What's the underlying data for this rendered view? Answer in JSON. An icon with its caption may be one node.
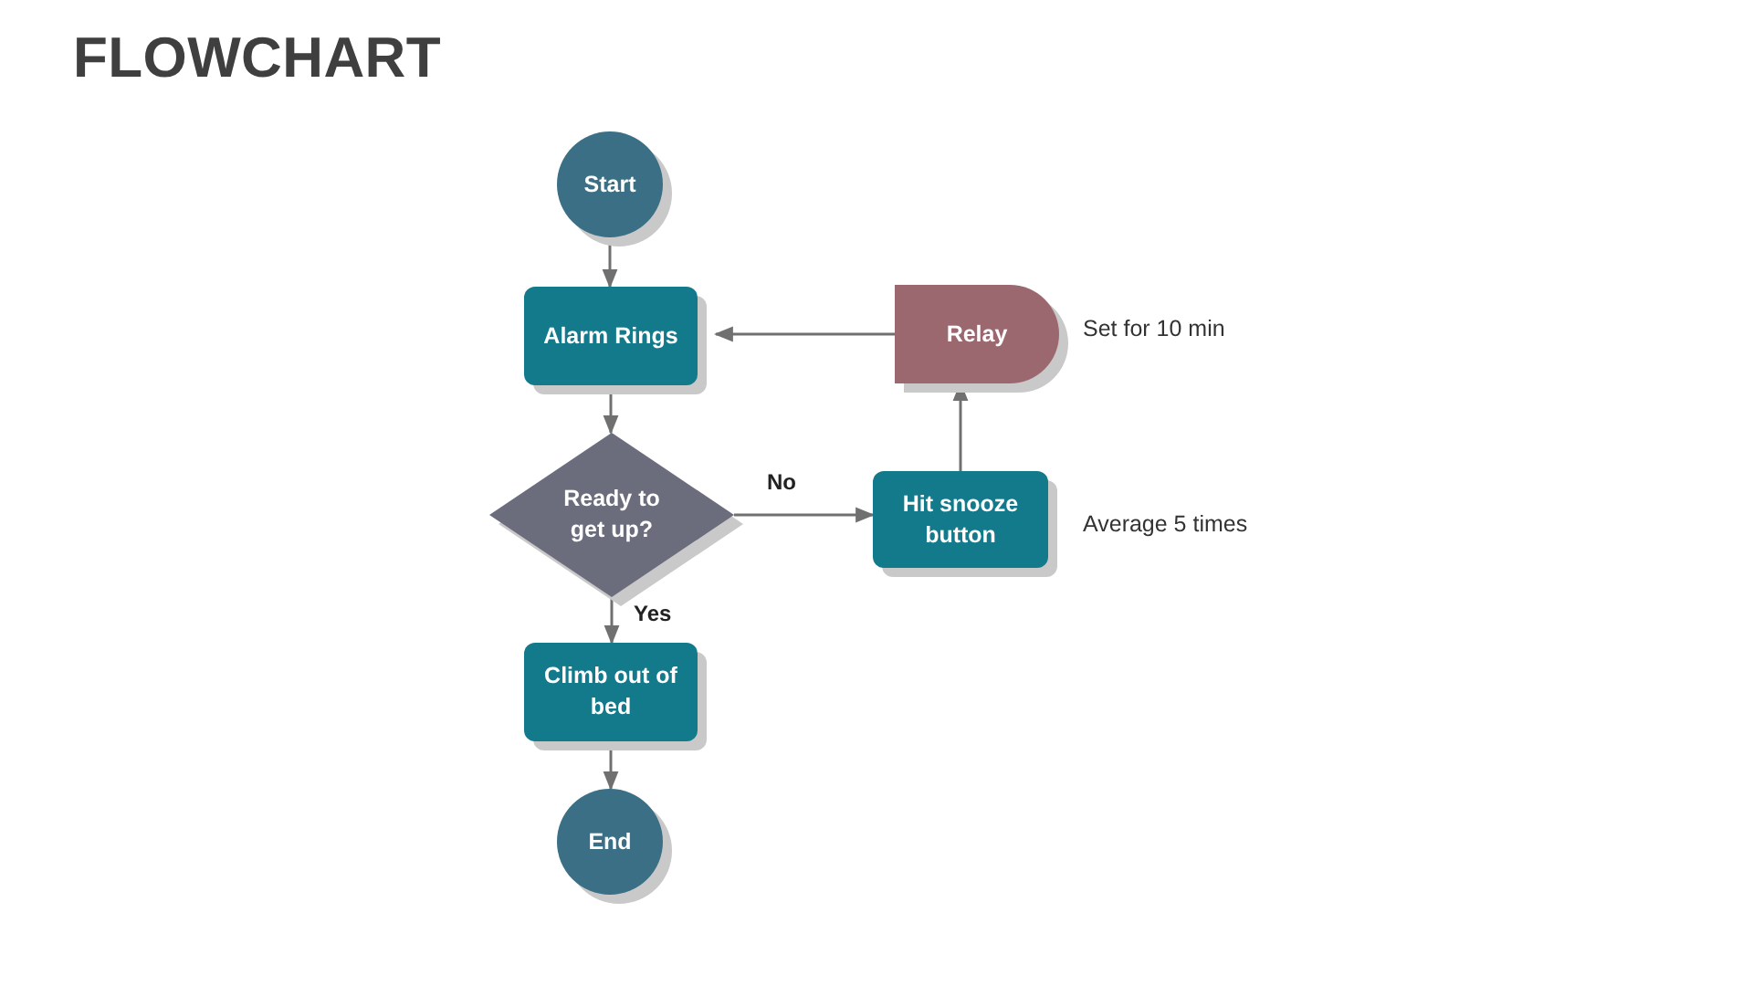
{
  "diagram": {
    "title": "FLOWCHART",
    "nodes": [
      {
        "text": [
          "Start"
        ]
      },
      {
        "text": [
          "Alarm Rings"
        ]
      },
      {
        "text": [
          "Ready to get up?"
        ]
      },
      {
        "text": [
          "Climb out of bed"
        ]
      },
      {
        "text": [
          "End"
        ]
      },
      {
        "text": [
          "Hit snooze button"
        ],
        "beside": [
          "Average 5 times"
        ]
      },
      {
        "text": [
          "Relay"
        ],
        "beside": [
          "Set for 10 min"
        ]
      }
    ],
    "edges": [
      {
        "from": 0,
        "to": 1,
        "arrow": "to"
      },
      {
        "from": 1,
        "to": 2,
        "arrow": "to"
      },
      {
        "from": 2,
        "to": 5,
        "arrow": "to",
        "label": "No"
      },
      {
        "from": 2,
        "to": 3,
        "arrow": "to",
        "label": "Yes"
      },
      {
        "from": 3,
        "to": 4,
        "arrow": "to"
      },
      {
        "from": 5,
        "to": 6,
        "arrow": "to"
      },
      {
        "from": 6,
        "to": 1,
        "arrow": "to"
      }
    ]
  }
}
